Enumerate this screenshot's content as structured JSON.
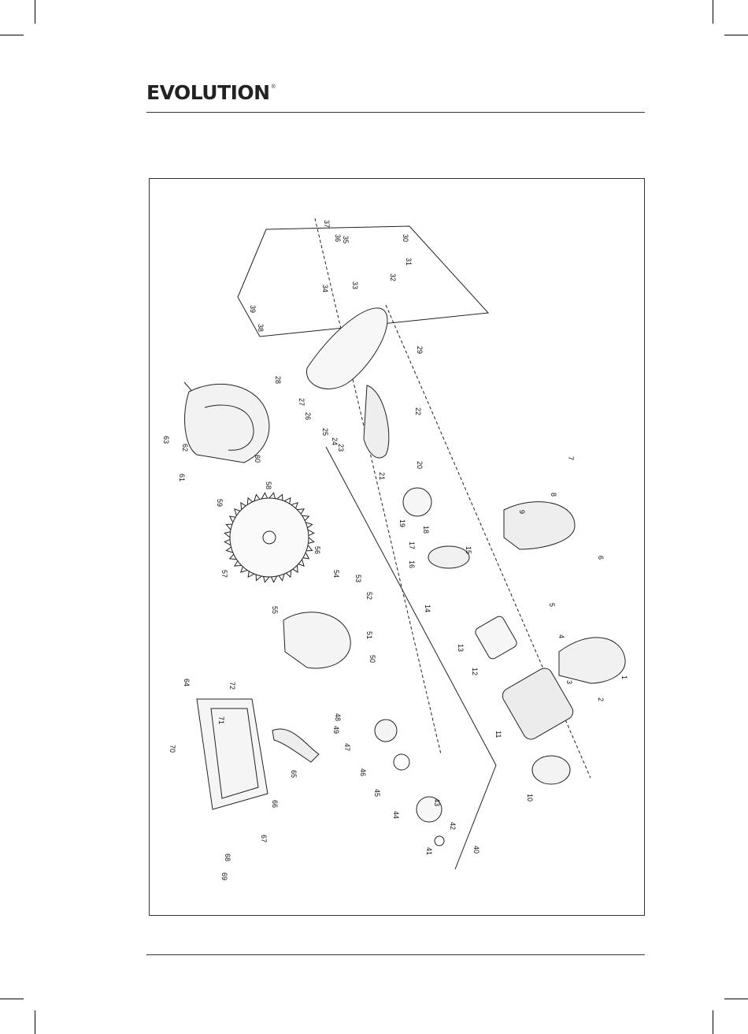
{
  "header": {
    "brand": "EVOLUTION",
    "trademark": "®"
  },
  "diagram": {
    "part_numbers": [
      "1",
      "2",
      "3",
      "4",
      "5",
      "6",
      "7",
      "8",
      "9",
      "10",
      "11",
      "12",
      "13",
      "14",
      "15",
      "16",
      "17",
      "18",
      "19",
      "20",
      "21",
      "22",
      "23",
      "24",
      "25",
      "26",
      "27",
      "28",
      "29",
      "30",
      "31",
      "32",
      "33",
      "34",
      "35",
      "36",
      "37",
      "38",
      "39",
      "40",
      "41",
      "42",
      "43",
      "44",
      "45",
      "46",
      "47",
      "48",
      "49",
      "50",
      "51",
      "52",
      "53",
      "54",
      "55",
      "56",
      "57",
      "58",
      "59",
      "60",
      "61",
      "62",
      "63",
      "64",
      "65",
      "66",
      "67",
      "68",
      "69",
      "70",
      "71",
      "72"
    ]
  }
}
